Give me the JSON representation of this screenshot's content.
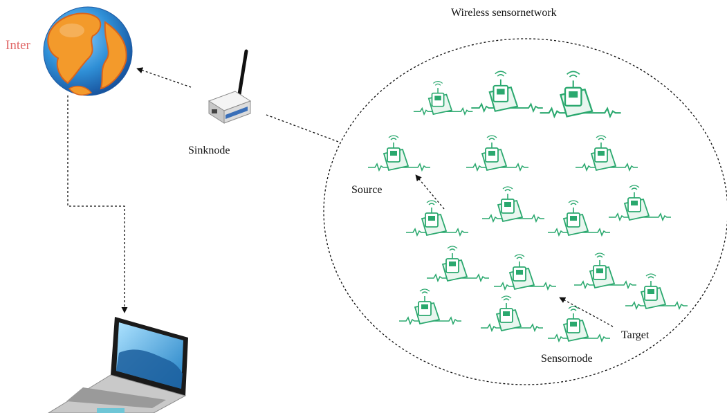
{
  "diagram": {
    "title": "",
    "labels": {
      "internet": "Inter",
      "network": "Wireless sensornetwork",
      "sink": "Sinknode",
      "source": "Source",
      "target": "Target",
      "sensor": "Sensornode"
    },
    "nodes": [
      {
        "id": "internet",
        "kind": "globe"
      },
      {
        "id": "sink",
        "kind": "sink-node"
      },
      {
        "id": "laptop",
        "kind": "laptop"
      },
      {
        "id": "wsn",
        "kind": "sensor-field",
        "sensor_count": 17
      }
    ],
    "edges": [
      {
        "from": "sink",
        "to": "internet",
        "style": "dashed-arrow"
      },
      {
        "from": "internet",
        "to": "laptop",
        "style": "dashed-arrow"
      },
      {
        "from": "sink",
        "to": "wsn",
        "style": "dashed-line"
      },
      {
        "from": "sensor",
        "to": "source",
        "style": "dashed-arrow"
      },
      {
        "from": "target",
        "to": "sensor",
        "style": "dashed-arrow"
      }
    ],
    "colors": {
      "sensor_green": "#2aa86e",
      "globe_ocean": "#2f8fd6",
      "globe_land": "#f39a2b",
      "inter_label": "#e06666",
      "title_blue": "#1f3f9a"
    }
  }
}
